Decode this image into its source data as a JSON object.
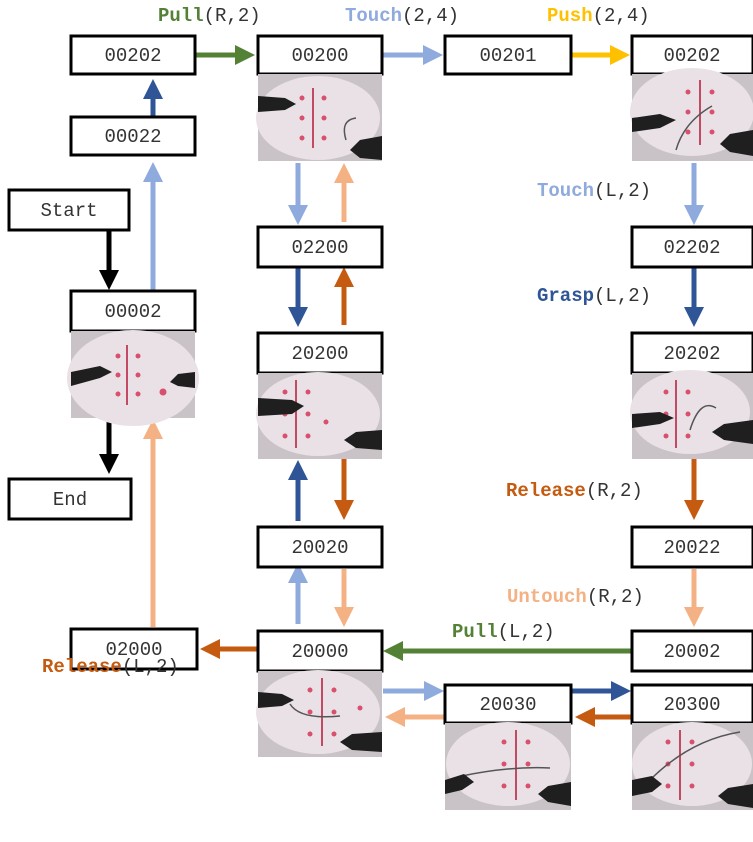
{
  "colors": {
    "pull": "#538135",
    "touch": "#8faadc",
    "push": "#ffc000",
    "grasp": "#2f5597",
    "release": "#c55a11",
    "untouch": "#f4b183",
    "flow": "#000000"
  },
  "states": {
    "start": "Start",
    "end": "End",
    "s00002": "00002",
    "s00022": "00022",
    "s00202_left": "00202",
    "s00200": "00200",
    "s00201": "00201",
    "s00202_right": "00202",
    "s02200": "02200",
    "s20200": "20200",
    "s20020": "20020",
    "s20000": "20000",
    "s02000": "02000",
    "s02202": "02202",
    "s20202": "20202",
    "s20022": "20022",
    "s20002": "20002",
    "s20030": "20030",
    "s20300": "20300"
  },
  "actions": {
    "pull_r2": {
      "name": "Pull",
      "args": "(R,2)"
    },
    "touch_24": {
      "name": "Touch",
      "args": "(2,4)"
    },
    "push_24": {
      "name": "Push",
      "args": "(2,4)"
    },
    "touch_l2": {
      "name": "Touch",
      "args": "(L,2)"
    },
    "grasp_l2": {
      "name": "Grasp",
      "args": "(L,2)"
    },
    "release_r2": {
      "name": "Release",
      "args": "(R,2)"
    },
    "untouch_r2": {
      "name": "Untouch",
      "args": "(R,2)"
    },
    "pull_l2": {
      "name": "Pull",
      "args": "(L,2)"
    },
    "release_l2": {
      "name": "Release",
      "args": "(L,2)"
    }
  }
}
